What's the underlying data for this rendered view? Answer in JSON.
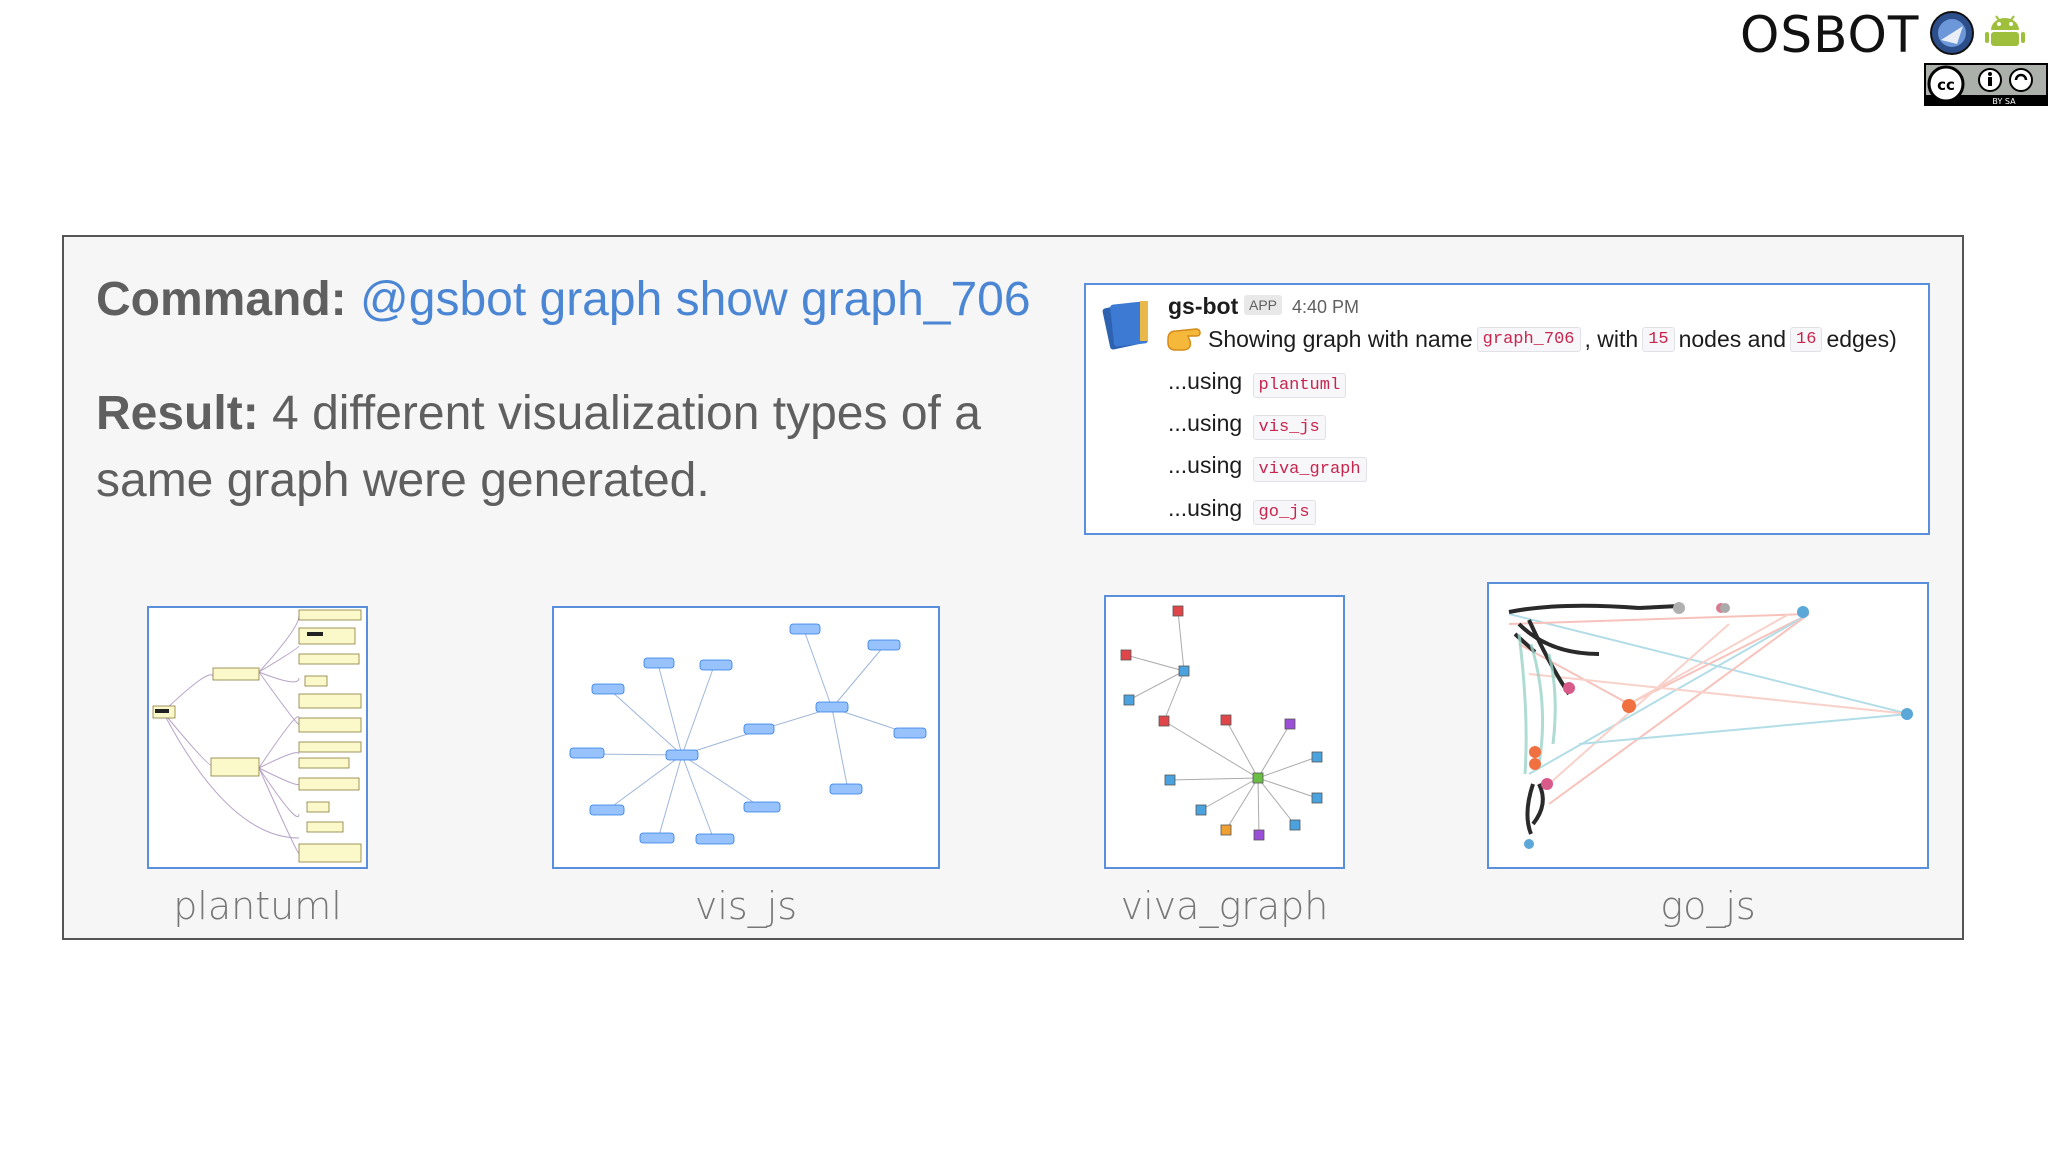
{
  "header": {
    "brand": "OSBOT",
    "license_badge_text": "BY SA"
  },
  "slide": {
    "command_label": "Command:",
    "command_value": "@gsbot graph show graph_706",
    "result_label": "Result:",
    "result_text": "4 different visualization types of a same graph were generated."
  },
  "slack": {
    "bot_name": "gs-bot",
    "app_badge": "APP",
    "time": "4:40 PM",
    "message_prefix": "Showing graph with name",
    "graph_name": "graph_706",
    "with_text": ", with",
    "nodes_count": "15",
    "nodes_text": "nodes and",
    "edges_count": "16",
    "edges_text": "edges)",
    "using_label": "...using",
    "renderers": [
      "plantuml",
      "vis_js",
      "viva_graph",
      "go_js"
    ]
  },
  "thumbnails": [
    {
      "label": "plantuml"
    },
    {
      "label": "vis_js"
    },
    {
      "label": "viva_graph"
    },
    {
      "label": "go_js"
    }
  ],
  "colors": {
    "accent_blue": "#4a86d4",
    "panel_bg": "#f6f6f6",
    "code_red": "#c7254e"
  },
  "icons": [
    "osbot-globe-icon",
    "android-icon",
    "cc-license-icon",
    "bot-avatar-icon",
    "pointing-hand-icon"
  ]
}
